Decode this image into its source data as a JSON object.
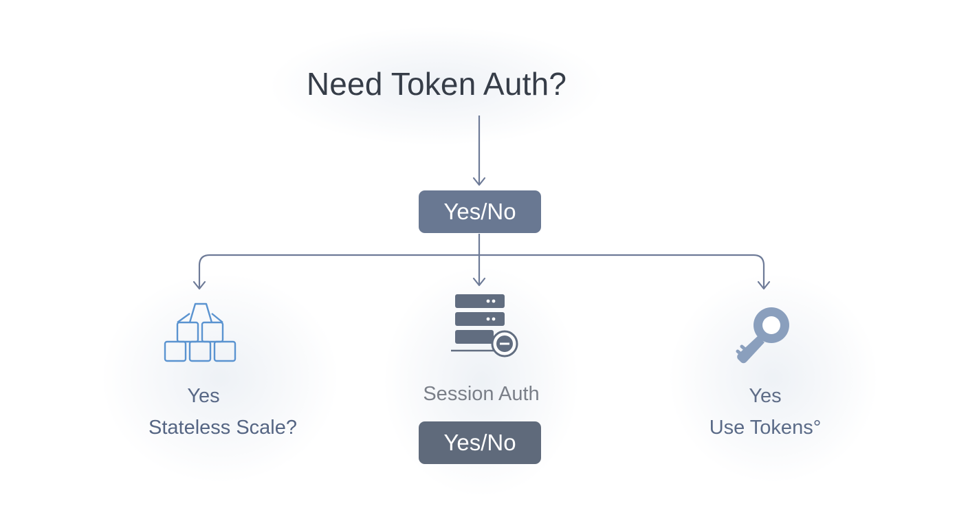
{
  "diagram": {
    "title": "Need Token Auth?",
    "decision": {
      "label": "Yes/No"
    },
    "branches": {
      "left": {
        "icon": "stacked-blocks-icon",
        "line1": "Yes",
        "line2": "Stateless Scale?"
      },
      "center": {
        "icon": "server-stack-icon",
        "line1": "Session Auth",
        "button": "Yes/No"
      },
      "right": {
        "icon": "key-icon",
        "line1": "Yes",
        "line2": "Use Tokens°"
      }
    },
    "colors": {
      "connector": "#6d7a97",
      "title": "#363d48",
      "decision_fill": "#697892",
      "bottom_button_fill": "#5f6a7b",
      "blocks_icon": "#5a93d0",
      "server_icon": "#616d80",
      "key_icon": "#8a9fbd"
    }
  }
}
